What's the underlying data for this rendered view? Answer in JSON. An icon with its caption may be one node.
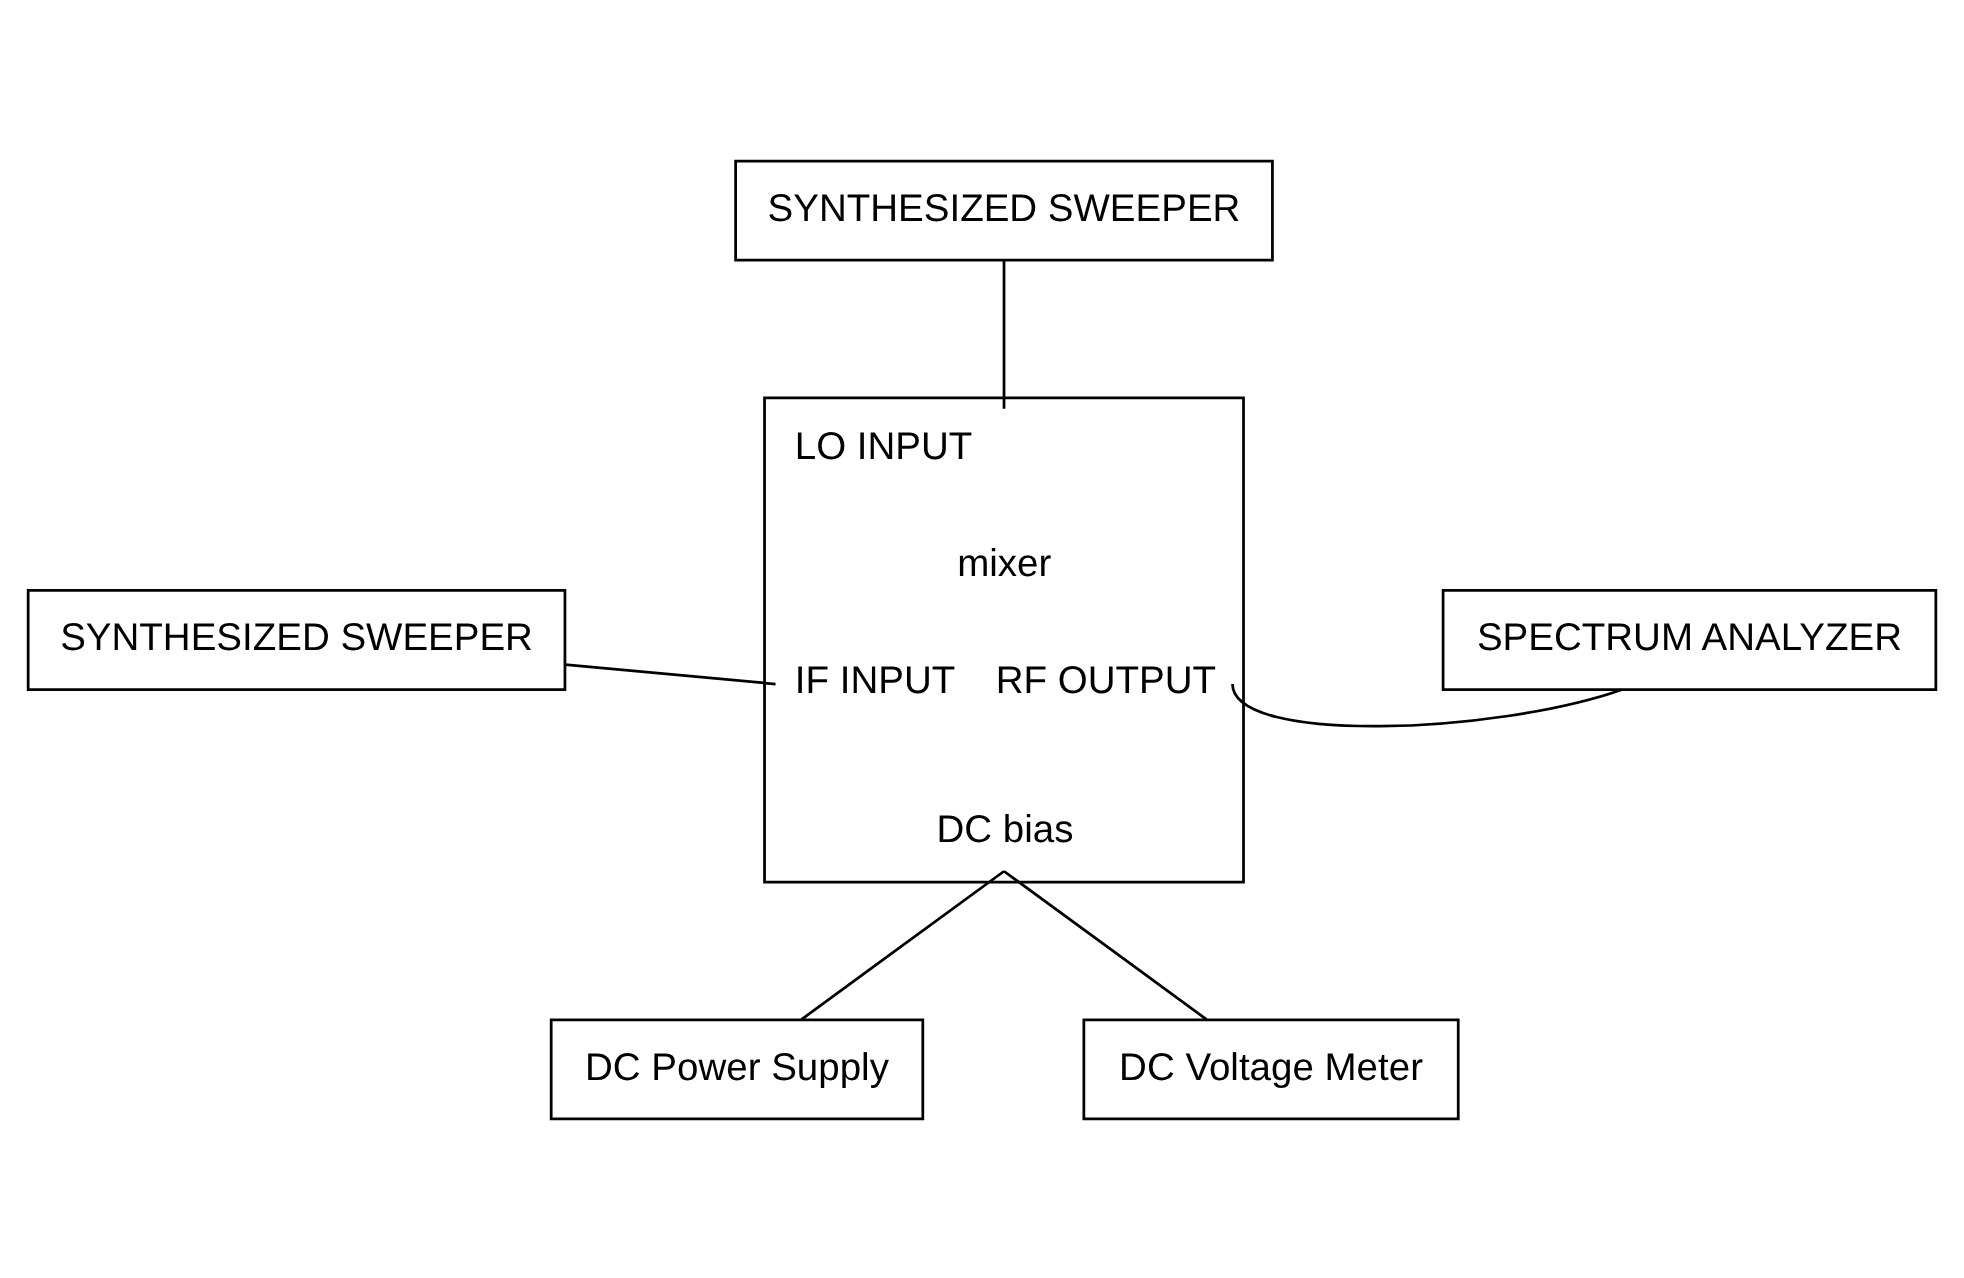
{
  "diagram": {
    "nodes": [
      {
        "text": [
          "SYNTHESIZED SWEEPER"
        ]
      },
      {
        "text": [
          "LO INPUT",
          "mixer",
          "IF INPUT",
          "RF OUTPUT",
          "DC bias"
        ]
      },
      {
        "text": [
          "SYNTHESIZED SWEEPER"
        ]
      },
      {
        "text": [
          "SPECTRUM ANALYZER"
        ]
      },
      {
        "text": [
          "DC Power Supply"
        ]
      },
      {
        "text": [
          "DC Voltage Meter"
        ]
      }
    ],
    "edges": [
      {
        "from": 0,
        "to": 1,
        "arrow": "none"
      },
      {
        "from": 2,
        "to": 1,
        "arrow": "none"
      },
      {
        "from": 1,
        "to": 3,
        "arrow": "none"
      },
      {
        "from": 1,
        "to": 4,
        "arrow": "none"
      },
      {
        "from": 1,
        "to": 5,
        "arrow": "none"
      }
    ]
  }
}
